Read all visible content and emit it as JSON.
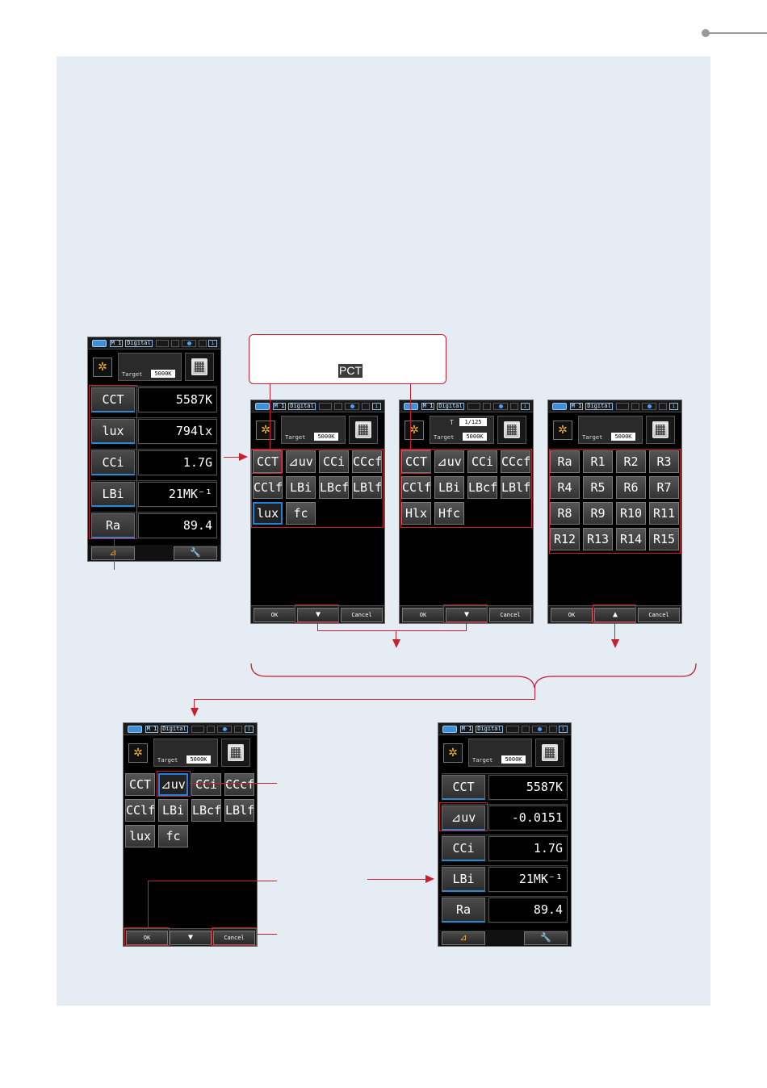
{
  "status": {
    "mode": "M 1",
    "digital": "Digital",
    "fn": "i"
  },
  "header": {
    "target_label": "Target",
    "target_value": "5000K",
    "shutter_label": "T",
    "shutter_value": "1/125",
    "light_icon": "✲"
  },
  "screen1": {
    "rows": [
      {
        "label": "CCT",
        "value": "5587K"
      },
      {
        "label": "lux",
        "value": "794lx"
      },
      {
        "label": "CCi",
        "value": "1.7G"
      },
      {
        "label": "LBi",
        "value": "21MK⁻¹"
      },
      {
        "label": "Ra",
        "value": "89.4"
      }
    ],
    "left_button": "⊿",
    "right_button": "🔧"
  },
  "screen2": {
    "items": [
      "CCT",
      "⊿uv",
      "CCi",
      "CCcf",
      "CClf",
      "LBi",
      "LBcf",
      "LBlf",
      "lux",
      "fc"
    ]
  },
  "screen3": {
    "items": [
      "CCT",
      "⊿uv",
      "CCi",
      "CCcf",
      "CClf",
      "LBi",
      "LBcf",
      "LBlf",
      "Hlx",
      "Hfc"
    ]
  },
  "screen4": {
    "items": [
      "Ra",
      "R1",
      "R2",
      "R3",
      "R4",
      "R5",
      "R6",
      "R7",
      "R8",
      "R9",
      "R10",
      "R11",
      "R12",
      "R13",
      "R14",
      "R15"
    ]
  },
  "screen5": {
    "items": [
      "CCT",
      "⊿uv",
      "CCi",
      "CCcf",
      "CClf",
      "LBi",
      "LBcf",
      "LBlf",
      "lux",
      "fc"
    ]
  },
  "screen6": {
    "rows": [
      {
        "label": "CCT",
        "value": "5587K"
      },
      {
        "label": "⊿uv",
        "value": "-0.0151"
      },
      {
        "label": "CCi",
        "value": "1.7G"
      },
      {
        "label": "LBi",
        "value": "21MK⁻¹"
      },
      {
        "label": "Ra",
        "value": "89.4"
      }
    ]
  },
  "action_bar": {
    "ok": "OK",
    "down": "▼",
    "up": "▲",
    "cancel": "Cancel"
  },
  "callout": {
    "badge": "PCT"
  }
}
